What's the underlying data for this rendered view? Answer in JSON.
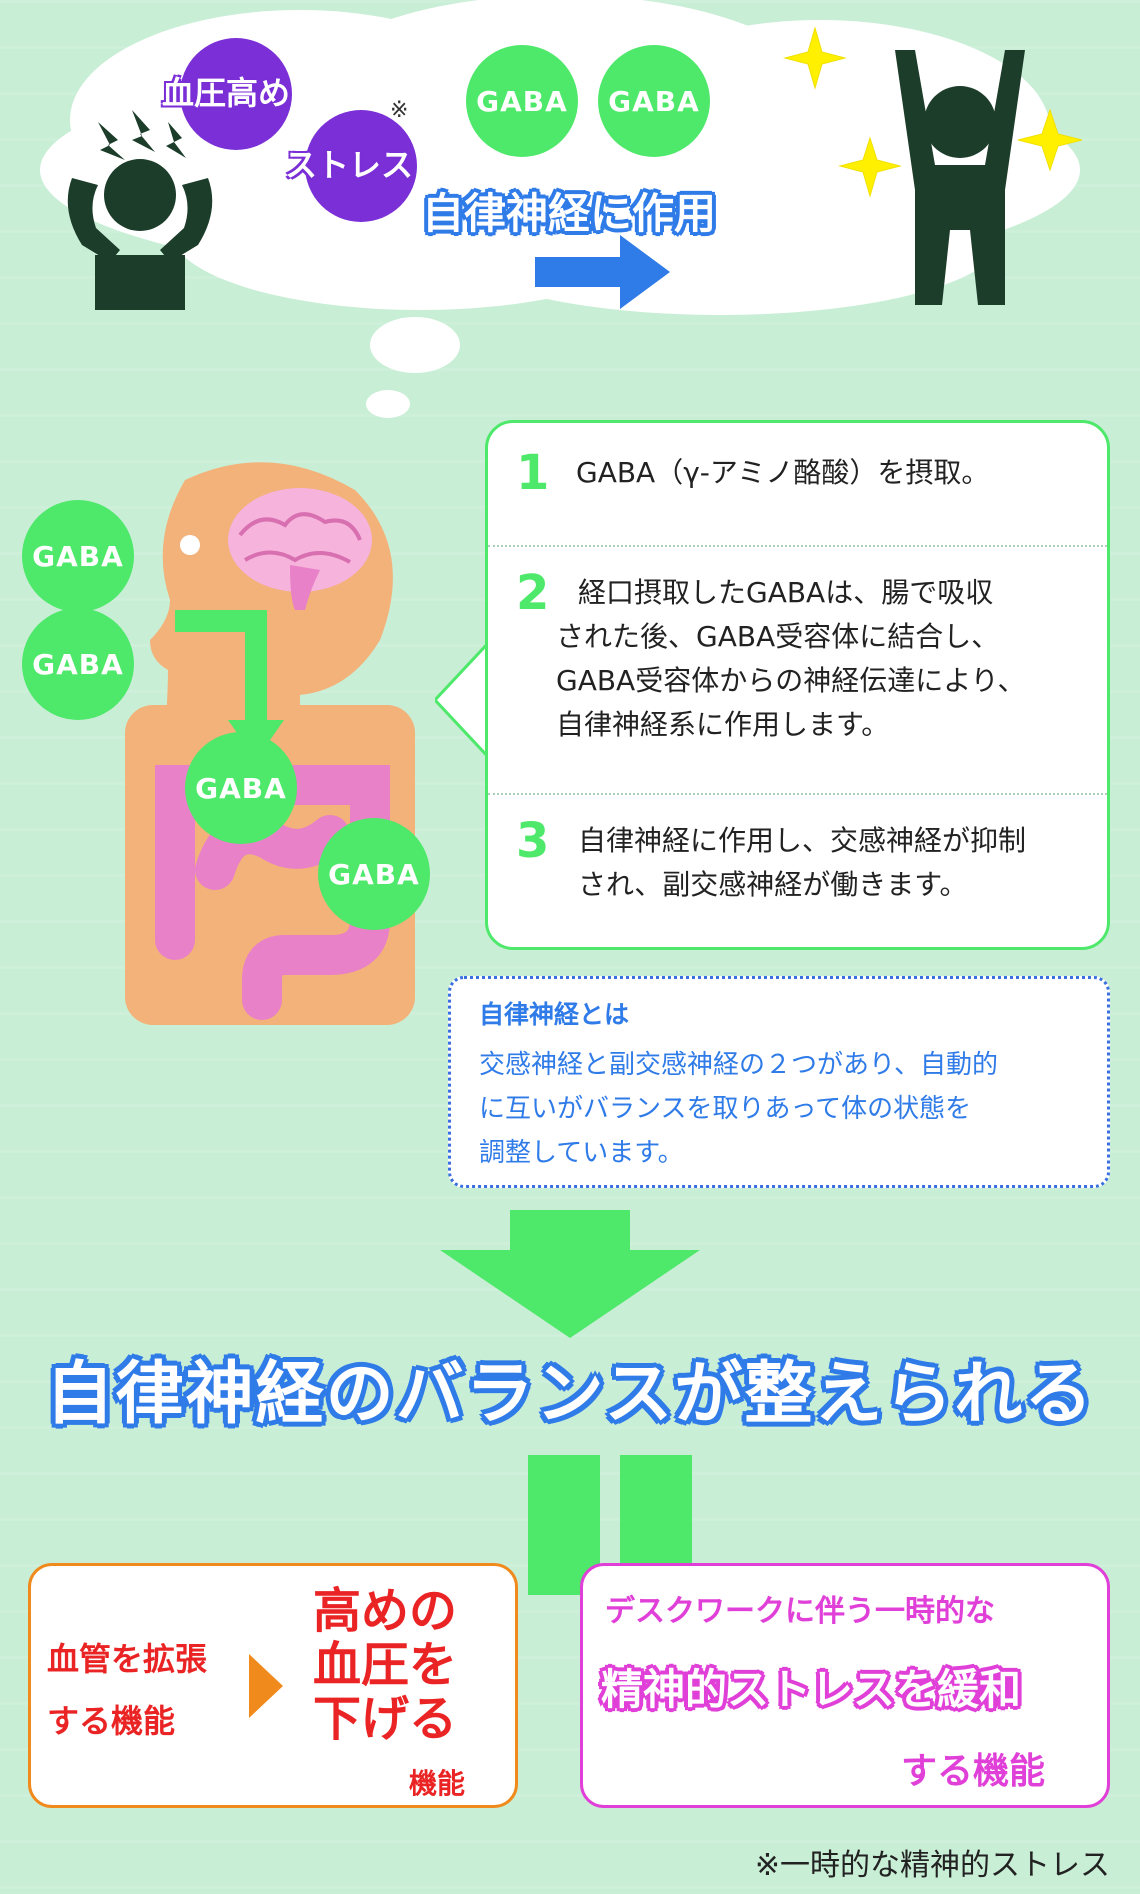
{
  "top": {
    "badges": [
      "血圧高め",
      "ストレス"
    ],
    "note_mark": "※",
    "gaba_labels": [
      "GABA",
      "GABA"
    ],
    "arrow_label": "自律神経に作用"
  },
  "diagram": {
    "gaba_labels": [
      "GABA",
      "GABA",
      "GABA",
      "GABA"
    ]
  },
  "steps": [
    {
      "num": "1",
      "lines": [
        "GABA（γ‐アミノ酪酸）を摂取。"
      ]
    },
    {
      "num": "2",
      "lines": [
        "経口摂取したGABAは、腸で吸収",
        "された後、GABA受容体に結合し、",
        "GABA受容体からの神経伝達により、",
        "自律神経系に作用します。"
      ]
    },
    {
      "num": "3",
      "lines": [
        "自律神経に作用し、交感神経が抑制",
        "され、副交感神経が働きます。"
      ]
    }
  ],
  "info": {
    "title": "自律神経とは",
    "lines": [
      "交感神経と副交感神経の２つがあり、自動的",
      "に互いがバランスを取りあって体の状態を",
      "調整しています。"
    ]
  },
  "main_title": "自律神経のバランスが整えられる",
  "left_box": {
    "label_lines": [
      "血管を拡張",
      "する機能"
    ],
    "big_lines": [
      "高めの",
      "血圧を",
      "下げる"
    ],
    "suffix": "機能"
  },
  "right_box": {
    "line1": "デスクワークに伴う一時的な",
    "big": "精神的ストレスを緩和",
    "line3": "する機能"
  },
  "footnote": "※一時的な精神的ストレス",
  "colors": {
    "green": "#4ee86a",
    "purple": "#7b2fd6",
    "blue": "#2f7be8",
    "orange": "#f08a1c",
    "red": "#ea2424",
    "magenta": "#e040d8",
    "dark_green": "#1d3d2b",
    "skin": "#f2b27a",
    "pink": "#e881c8"
  }
}
